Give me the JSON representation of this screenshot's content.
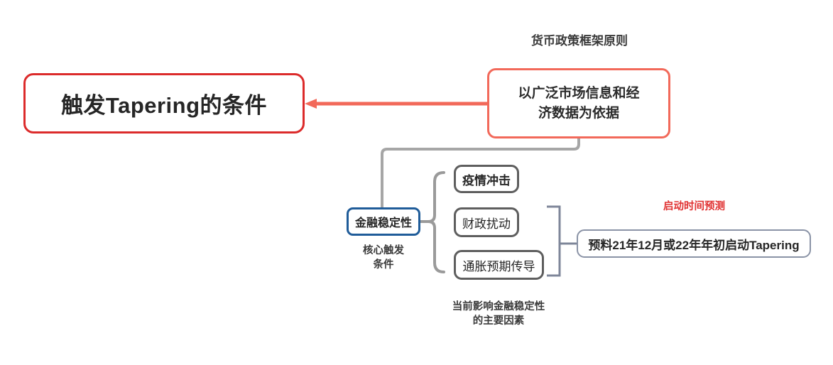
{
  "diagram": {
    "title": "触发Tapering的条件",
    "root": {
      "label": "触发Tapering的条件",
      "border_color": "#DC2B2B"
    },
    "principle": {
      "caption": "货币政策框架原则",
      "label": "以广泛市场信息和经\n济数据为依据",
      "border_color": "#F2695A"
    },
    "stability": {
      "label": "金融稳定性",
      "caption": "核心触发\n条件",
      "border_color": "#1F5C99"
    },
    "factors": {
      "caption": "当前影响金融稳定性\n的主要因素",
      "border_color": "#5E5E5E",
      "items": [
        {
          "label": "疫情冲击"
        },
        {
          "label": "财政扰动"
        },
        {
          "label": "通胀预期传导"
        }
      ]
    },
    "forecast": {
      "caption": "启动时间预测",
      "caption_color": "#E03131",
      "label": "预料21年12月或22年年初启动Tapering",
      "border_color": "#8A93A6"
    },
    "connector_colors": {
      "root_link": "#F2695A",
      "tree_link": "#A6A6A6",
      "brace": "#9A9A9A",
      "forecast_brace": "#7E8699"
    }
  }
}
